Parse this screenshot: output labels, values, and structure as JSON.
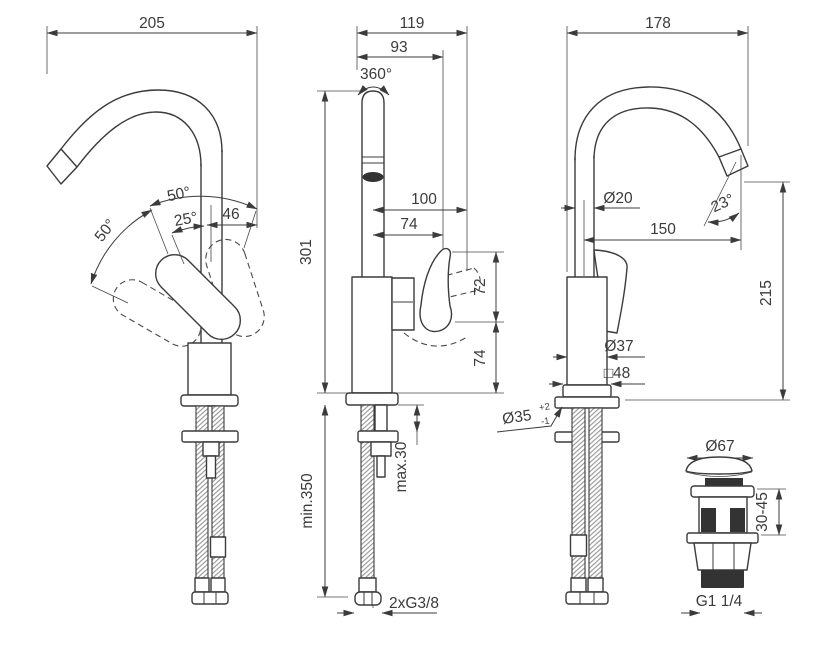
{
  "title": "Single-lever basin mixer dimensional drawing",
  "style": {
    "line": "#3b3b3b",
    "background": "#ffffff",
    "dark_fill": "#333333"
  },
  "views": {
    "side_left": {
      "overall_width": "205",
      "swing_angle_top": "50°",
      "swing_angle_mid": "25°",
      "handle_offset": "46",
      "swing_angle_left": "50°"
    },
    "front": {
      "overall_width": "119",
      "spout_width": "93",
      "swivel_range": "360°",
      "spout_height": "301",
      "lever_reach_open": "100",
      "lever_reach": "74",
      "lever_travel": "72",
      "body_height": "74",
      "hose_length": "min.350",
      "deck_thickness": "max.30",
      "supply_thread": "2xG3/8"
    },
    "side_right": {
      "overall_width": "178",
      "spout_tube_dia": "Ø20",
      "outlet_angle": "23°",
      "spout_reach": "150",
      "outlet_height": "215",
      "body_dia": "Ø37",
      "base_square": "□48",
      "hole_dia": "Ø35",
      "hole_tol_plus": "+2",
      "hole_tol_minus": "-1"
    },
    "waste": {
      "cap_dia": "Ø67",
      "deck_range": "30-45",
      "outlet_thread": "G1 1/4"
    }
  }
}
